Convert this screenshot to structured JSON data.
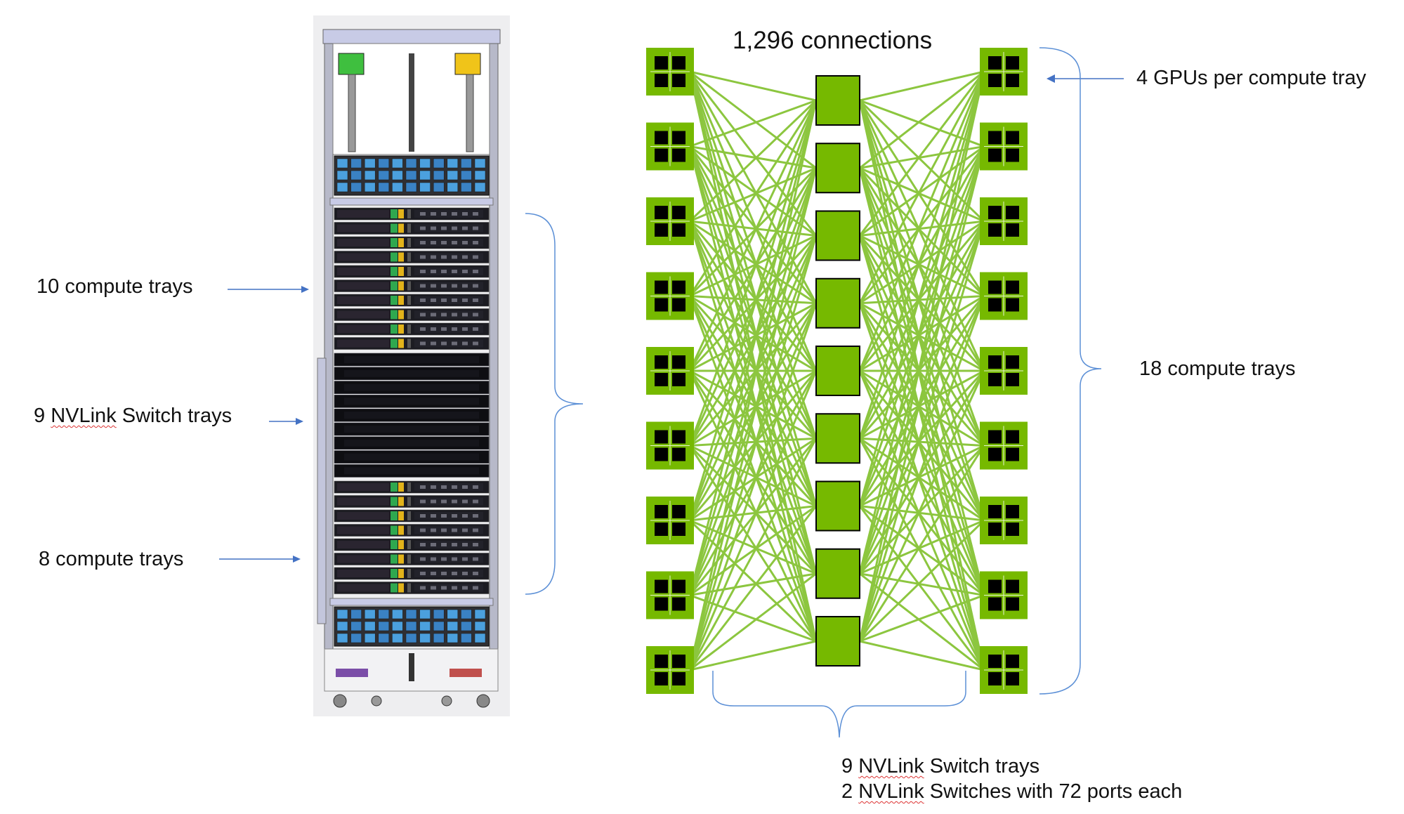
{
  "rack_labels": {
    "top_compute": "10 compute trays",
    "switch": {
      "count": "9",
      "name": "NVLink",
      "rest": " Switch trays"
    },
    "bottom_compute": "8 compute trays"
  },
  "fabric": {
    "title": "1,296 connections",
    "gpus_per_tray": "4 GPUs per compute tray",
    "compute_trays": "18 compute trays",
    "switch_line1": {
      "count": "9",
      "name": "NVLink",
      "rest": " Switch trays"
    },
    "switch_line2": {
      "count": "2",
      "name": "NVLink",
      "rest": " Switches with 72 ports each"
    },
    "left_tray_count": 9,
    "right_tray_count": 9,
    "switch_tray_count": 9
  },
  "colors": {
    "nvidia_green": "#76b900",
    "line_green": "#8cc63f",
    "arrow_blue": "#4472c4",
    "bracket_blue": "#5b8fd6"
  }
}
